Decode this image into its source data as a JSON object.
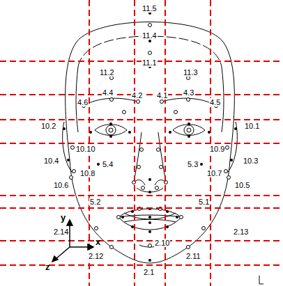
{
  "diagram": {
    "labels": [
      "11.5",
      "11.4",
      "11.1",
      "11.2",
      "11.3",
      "4.4",
      "4.2",
      "4.1",
      "4.3",
      "4.6",
      "4.5",
      "10.2",
      "10.1",
      "10.10",
      "10.9",
      "10.4",
      "10.3",
      "5.4",
      "5.3",
      "10.8",
      "10.7",
      "10.6",
      "10.5",
      "5.2",
      "5.1",
      "2.14",
      "2.13",
      "2.10",
      "2.12",
      "2.11",
      "2.1",
      "y",
      "x",
      "z"
    ]
  }
}
